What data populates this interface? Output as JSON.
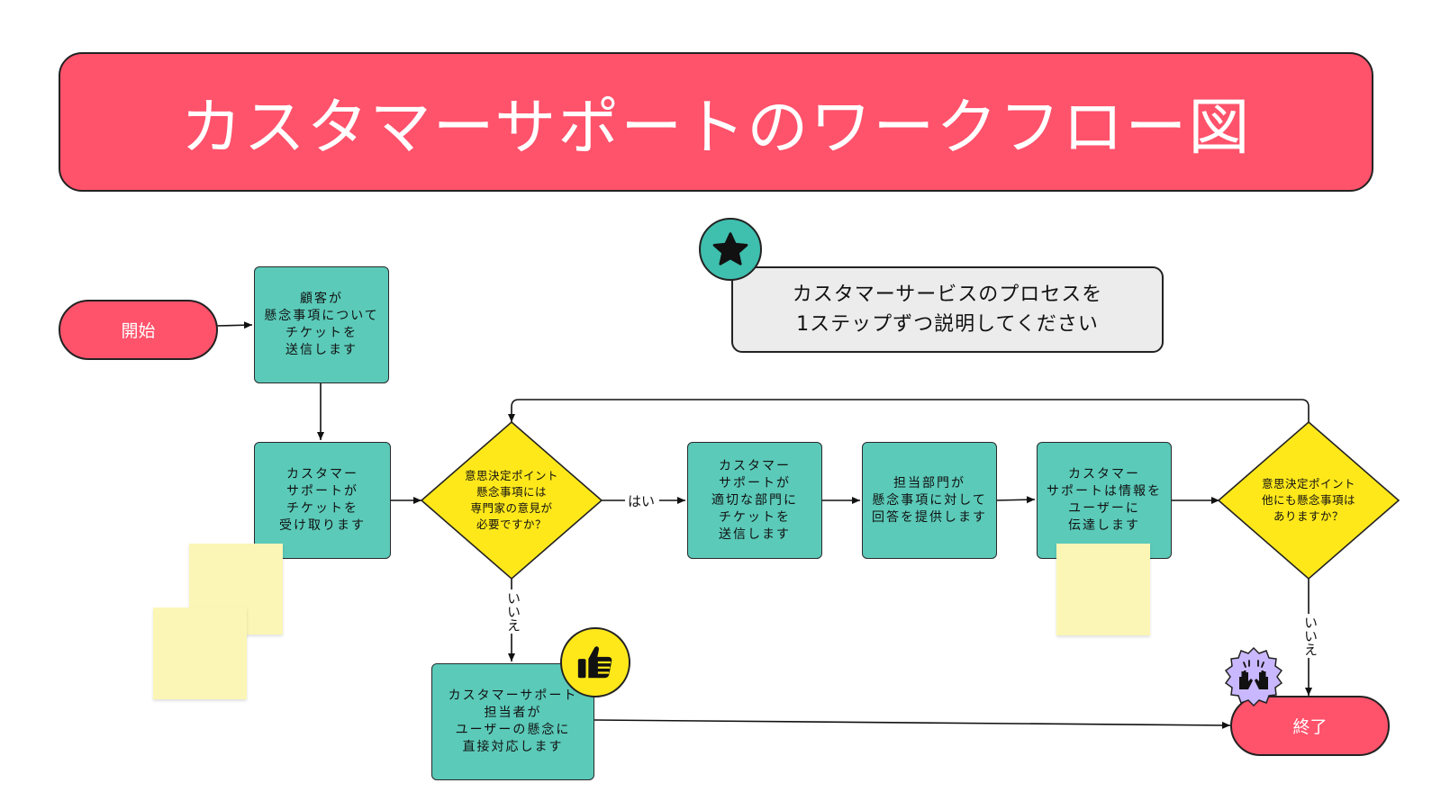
{
  "title": "カスタマーサポートのワークフロー図",
  "note": "カスタマーサービスのプロセスを\n1ステップずつ説明してください",
  "nodes": {
    "start": "開始",
    "submit": "顧客が\n懸念事項について\nチケットを\n送信します",
    "receive": "カスタマー\nサポートが\nチケットを\n受け取ります",
    "decision1": "意思決定ポイント\n懸念事項には\n専門家の意見が\n必要ですか？",
    "forward": "カスタマー\nサポートが\n適切な部門に\nチケットを\n送信します",
    "dept_answer": "担当部門が\n懸念事項に対して\n回答を提供します",
    "relay": "カスタマー\nサポートは情報を\nユーザーに\n伝達します",
    "decision2": "意思決定ポイント\n他にも懸念事項は\nありますか？",
    "direct": "カスタマーサポート\n担当者が\nユーザーの懸念に\n直接対応します",
    "end": "終了"
  },
  "edge_labels": {
    "yes": "はい",
    "no1": "いいえ",
    "no2": "いいえ"
  },
  "badges": {
    "star": "star-icon",
    "thumbs_up": "thumbs-up-icon",
    "raised_hands": "raised-hands-icon"
  },
  "colors": {
    "banner": "#ff526b",
    "process": "#5bcab9",
    "decision": "#ffe81a",
    "sticky": "#fbf6b5",
    "note": "#ececec",
    "badge_star": "#3fbfae",
    "badge_thumb": "#ffe81a",
    "badge_hands": "#c9b8ff"
  }
}
